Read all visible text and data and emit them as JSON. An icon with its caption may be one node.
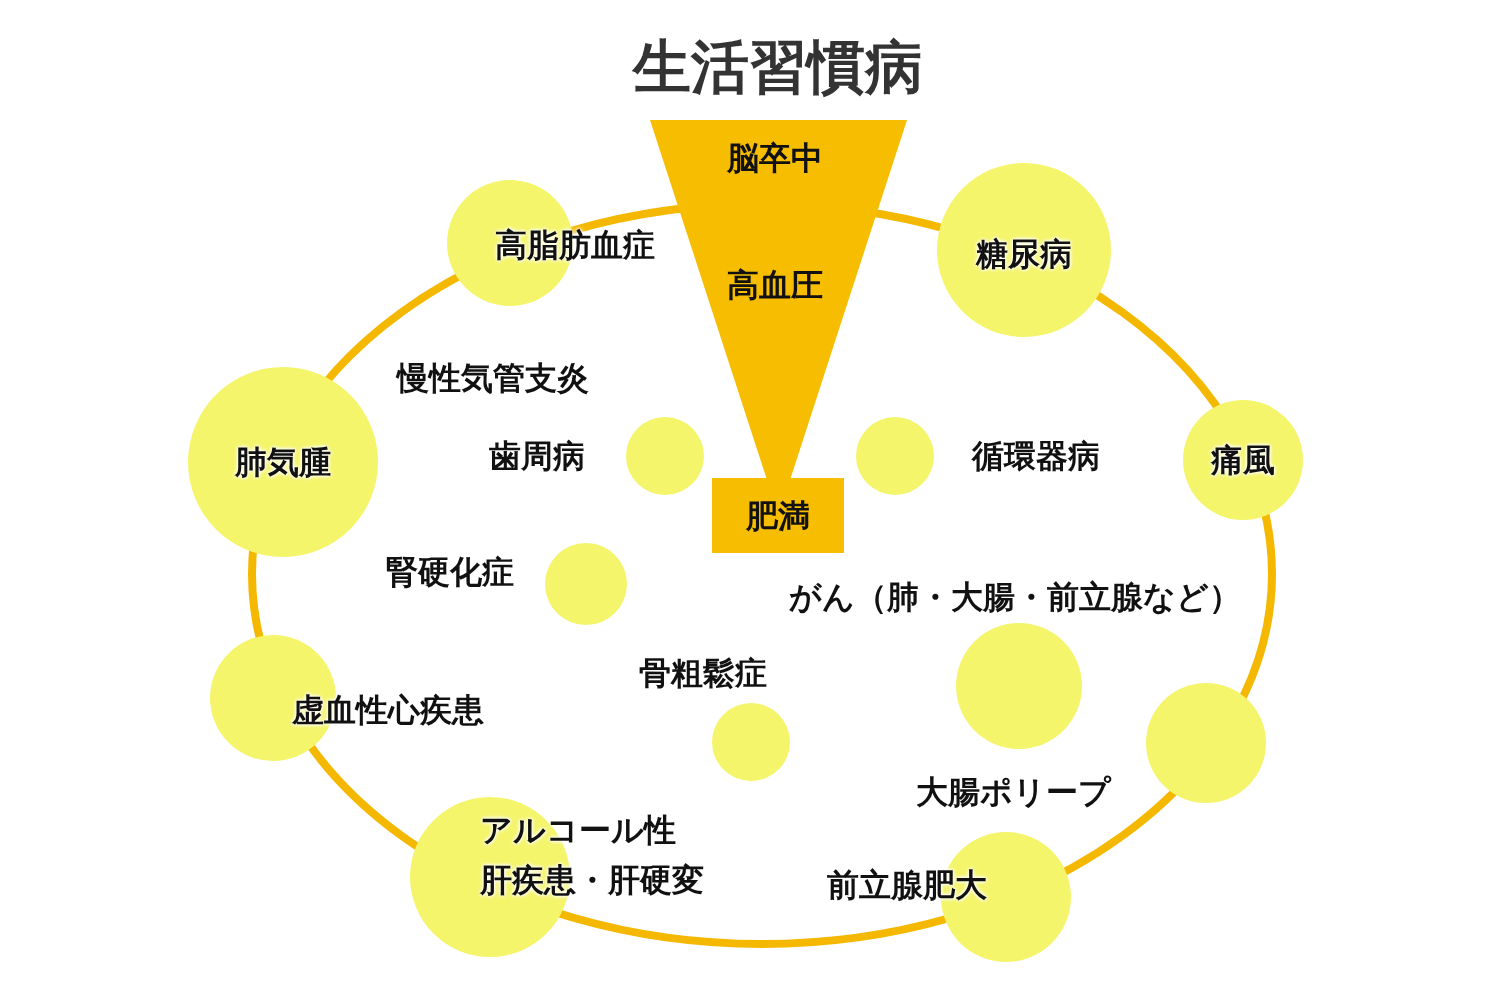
{
  "diagram": {
    "title": "生活習慣病",
    "nodes": [
      {
        "text": [
          "脳卒中",
          "高血圧"
        ]
      },
      {
        "text": [
          "高脂肪血症"
        ]
      },
      {
        "text": [
          "糖尿病"
        ]
      },
      {
        "text": [
          "肺気腫"
        ]
      },
      {
        "text": [
          "痛風"
        ]
      },
      {
        "text": [],
        "shape": "circle"
      },
      {
        "text": [],
        "shape": "circle"
      },
      {
        "text": [
          "肥満"
        ]
      },
      {
        "text": [],
        "shape": "circle"
      },
      {
        "text": [],
        "shape": "circle"
      },
      {
        "text": [
          "虚血性心疾患"
        ]
      },
      {
        "text": [],
        "shape": "circle"
      },
      {
        "text": [],
        "shape": "circle"
      },
      {
        "text": [
          "アルコール性肝疾患・肝硬変"
        ]
      },
      {
        "text": [
          "前立腺肥大"
        ]
      }
    ],
    "edges": [],
    "labels": [
      "慢性気管支炎",
      "歯周病",
      "循環器病",
      "腎硬化症",
      "がん（肺・大腸・前立腺など）",
      "骨粗鬆症",
      "大腸ポリープ"
    ]
  }
}
